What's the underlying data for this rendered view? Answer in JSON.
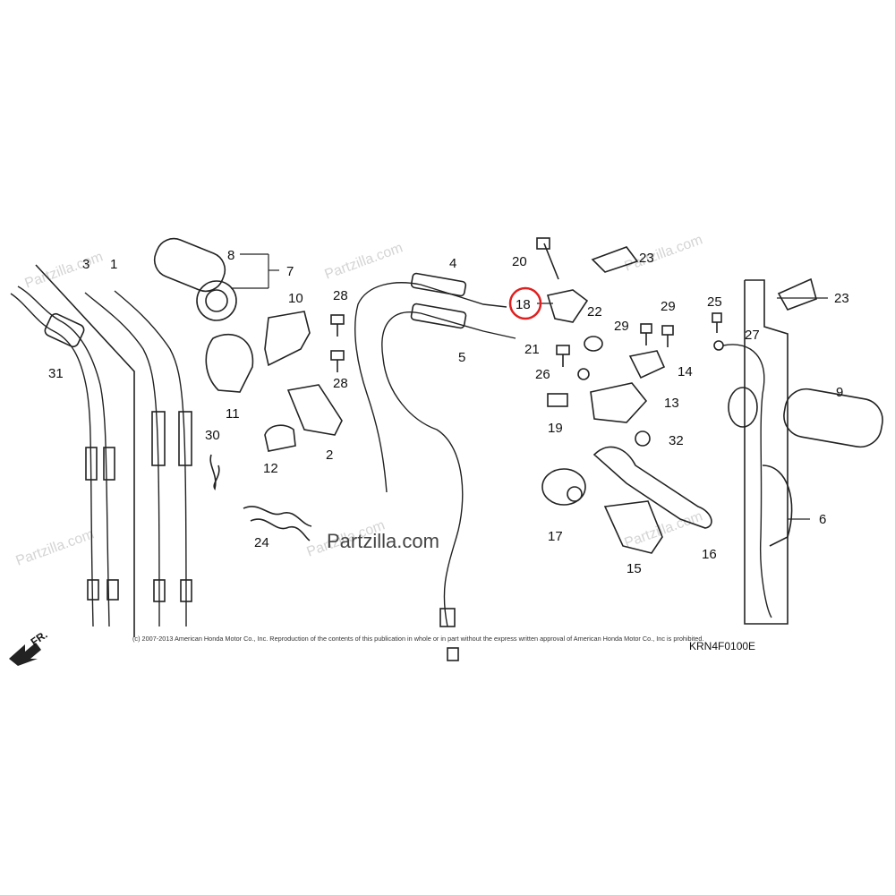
{
  "watermarks": {
    "tiled": "Partzilla.com",
    "center": "Partzilla.com"
  },
  "copyright": "(c) 2007-2013 American Honda Motor Co., Inc. Reproduction of the contents of this publication in whole or in part without the express written approval of American Honda Motor Co., Inc is prohibited.",
  "diagram_code": "KRN4F0100E",
  "direction_marker": "FR.",
  "highlighted_part": "18",
  "callouts": {
    "c1": "1",
    "c2": "2",
    "c3": "3",
    "c4": "4",
    "c5": "5",
    "c6": "6",
    "c7": "7",
    "c8": "8",
    "c9": "9",
    "c10": "10",
    "c11": "11",
    "c12": "12",
    "c13": "13",
    "c14": "14",
    "c15": "15",
    "c16": "16",
    "c17": "17",
    "c18": "18",
    "c19": "19",
    "c20": "20",
    "c21": "21",
    "c22": "22",
    "c23a": "23",
    "c23b": "23",
    "c24": "24",
    "c25": "25",
    "c26": "26",
    "c27": "27",
    "c28a": "28",
    "c28b": "28",
    "c29a": "29",
    "c29b": "29",
    "c30": "30",
    "c31": "31",
    "c32": "32"
  }
}
